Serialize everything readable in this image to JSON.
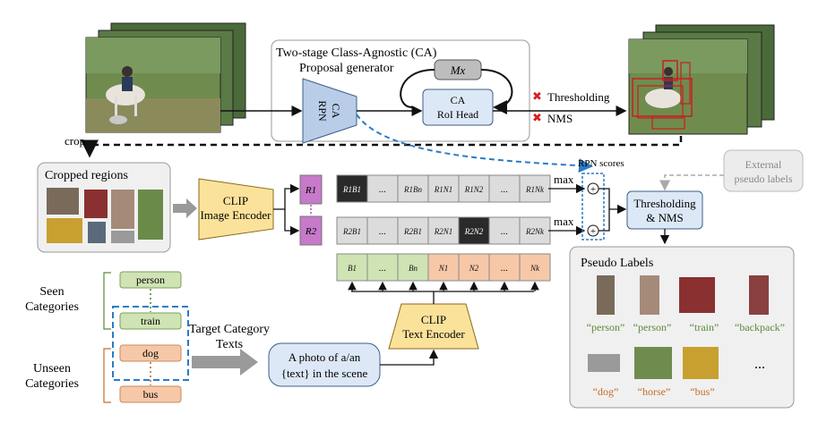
{
  "proposal": {
    "title_line1": "Two-stage Class-Agnostic (CA)",
    "title_line2": "Proposal generator",
    "rpn_l1": "CA",
    "rpn_l2": "RPN",
    "mx": "Mx",
    "roi_l1": "CA",
    "roi_l2": "RoI Head",
    "thresholding": "Thresholding",
    "nms": "NMS",
    "x_mark": "✖"
  },
  "crop_label": "crop",
  "cropped_title": "Cropped regions",
  "clip_image": {
    "l1": "CLIP",
    "l2": "Image Encoder"
  },
  "clip_text": {
    "l1": "CLIP",
    "l2": "Text Encoder"
  },
  "regions": {
    "r1": "R1",
    "r2": "R2"
  },
  "row1": [
    "R1B1",
    "...",
    "R1Bn",
    "R1N1",
    "R1N2",
    "...",
    "R1Nk"
  ],
  "row2": [
    "R2B1",
    "...",
    "R2B1",
    "R2N1",
    "R2N2",
    "...",
    "R2Nk"
  ],
  "row3": [
    "B1",
    "...",
    "Bn",
    "N1",
    "N2",
    "...",
    "Nk"
  ],
  "max1": "max",
  "max2": "max",
  "rpn_scores": "RPN scores",
  "plus": "+",
  "external": {
    "l1": "External",
    "l2": "pseudo labels"
  },
  "thresh_nms": {
    "l1": "Thresholding",
    "l2": "& NMS"
  },
  "pseudo_title": "Pseudo Labels",
  "pseudo_top": [
    "“person”",
    "“person”",
    "“train”",
    "“backpack”"
  ],
  "pseudo_bottom": [
    "“dog”",
    "“horse”",
    "“bus”"
  ],
  "ellipsis": "...",
  "seen": {
    "l1": "Seen",
    "l2": "Categories"
  },
  "unseen": {
    "l1": "Unseen",
    "l2": "Categories"
  },
  "categories": [
    "person",
    "train",
    "dog",
    "bus"
  ],
  "target_texts": {
    "l1": "Target Category",
    "l2": "Texts"
  },
  "prompt": {
    "l1": "A photo of a/an",
    "l2": "{text} in the scene"
  },
  "colors": {
    "purple": "#c67ac9",
    "black_cell": "#2a2a2a",
    "gray_cell": "#dcdcdc",
    "green_cell": "#cfe3b4",
    "orange_cell": "#f7c8a8",
    "yellow": "#fbe29a",
    "blue_box": "#dde8f6",
    "blue_dash": "#2a7cc7",
    "red_x": "#d62020",
    "seen_green": "#5a8a3a",
    "unseen_orange": "#c96a28"
  }
}
